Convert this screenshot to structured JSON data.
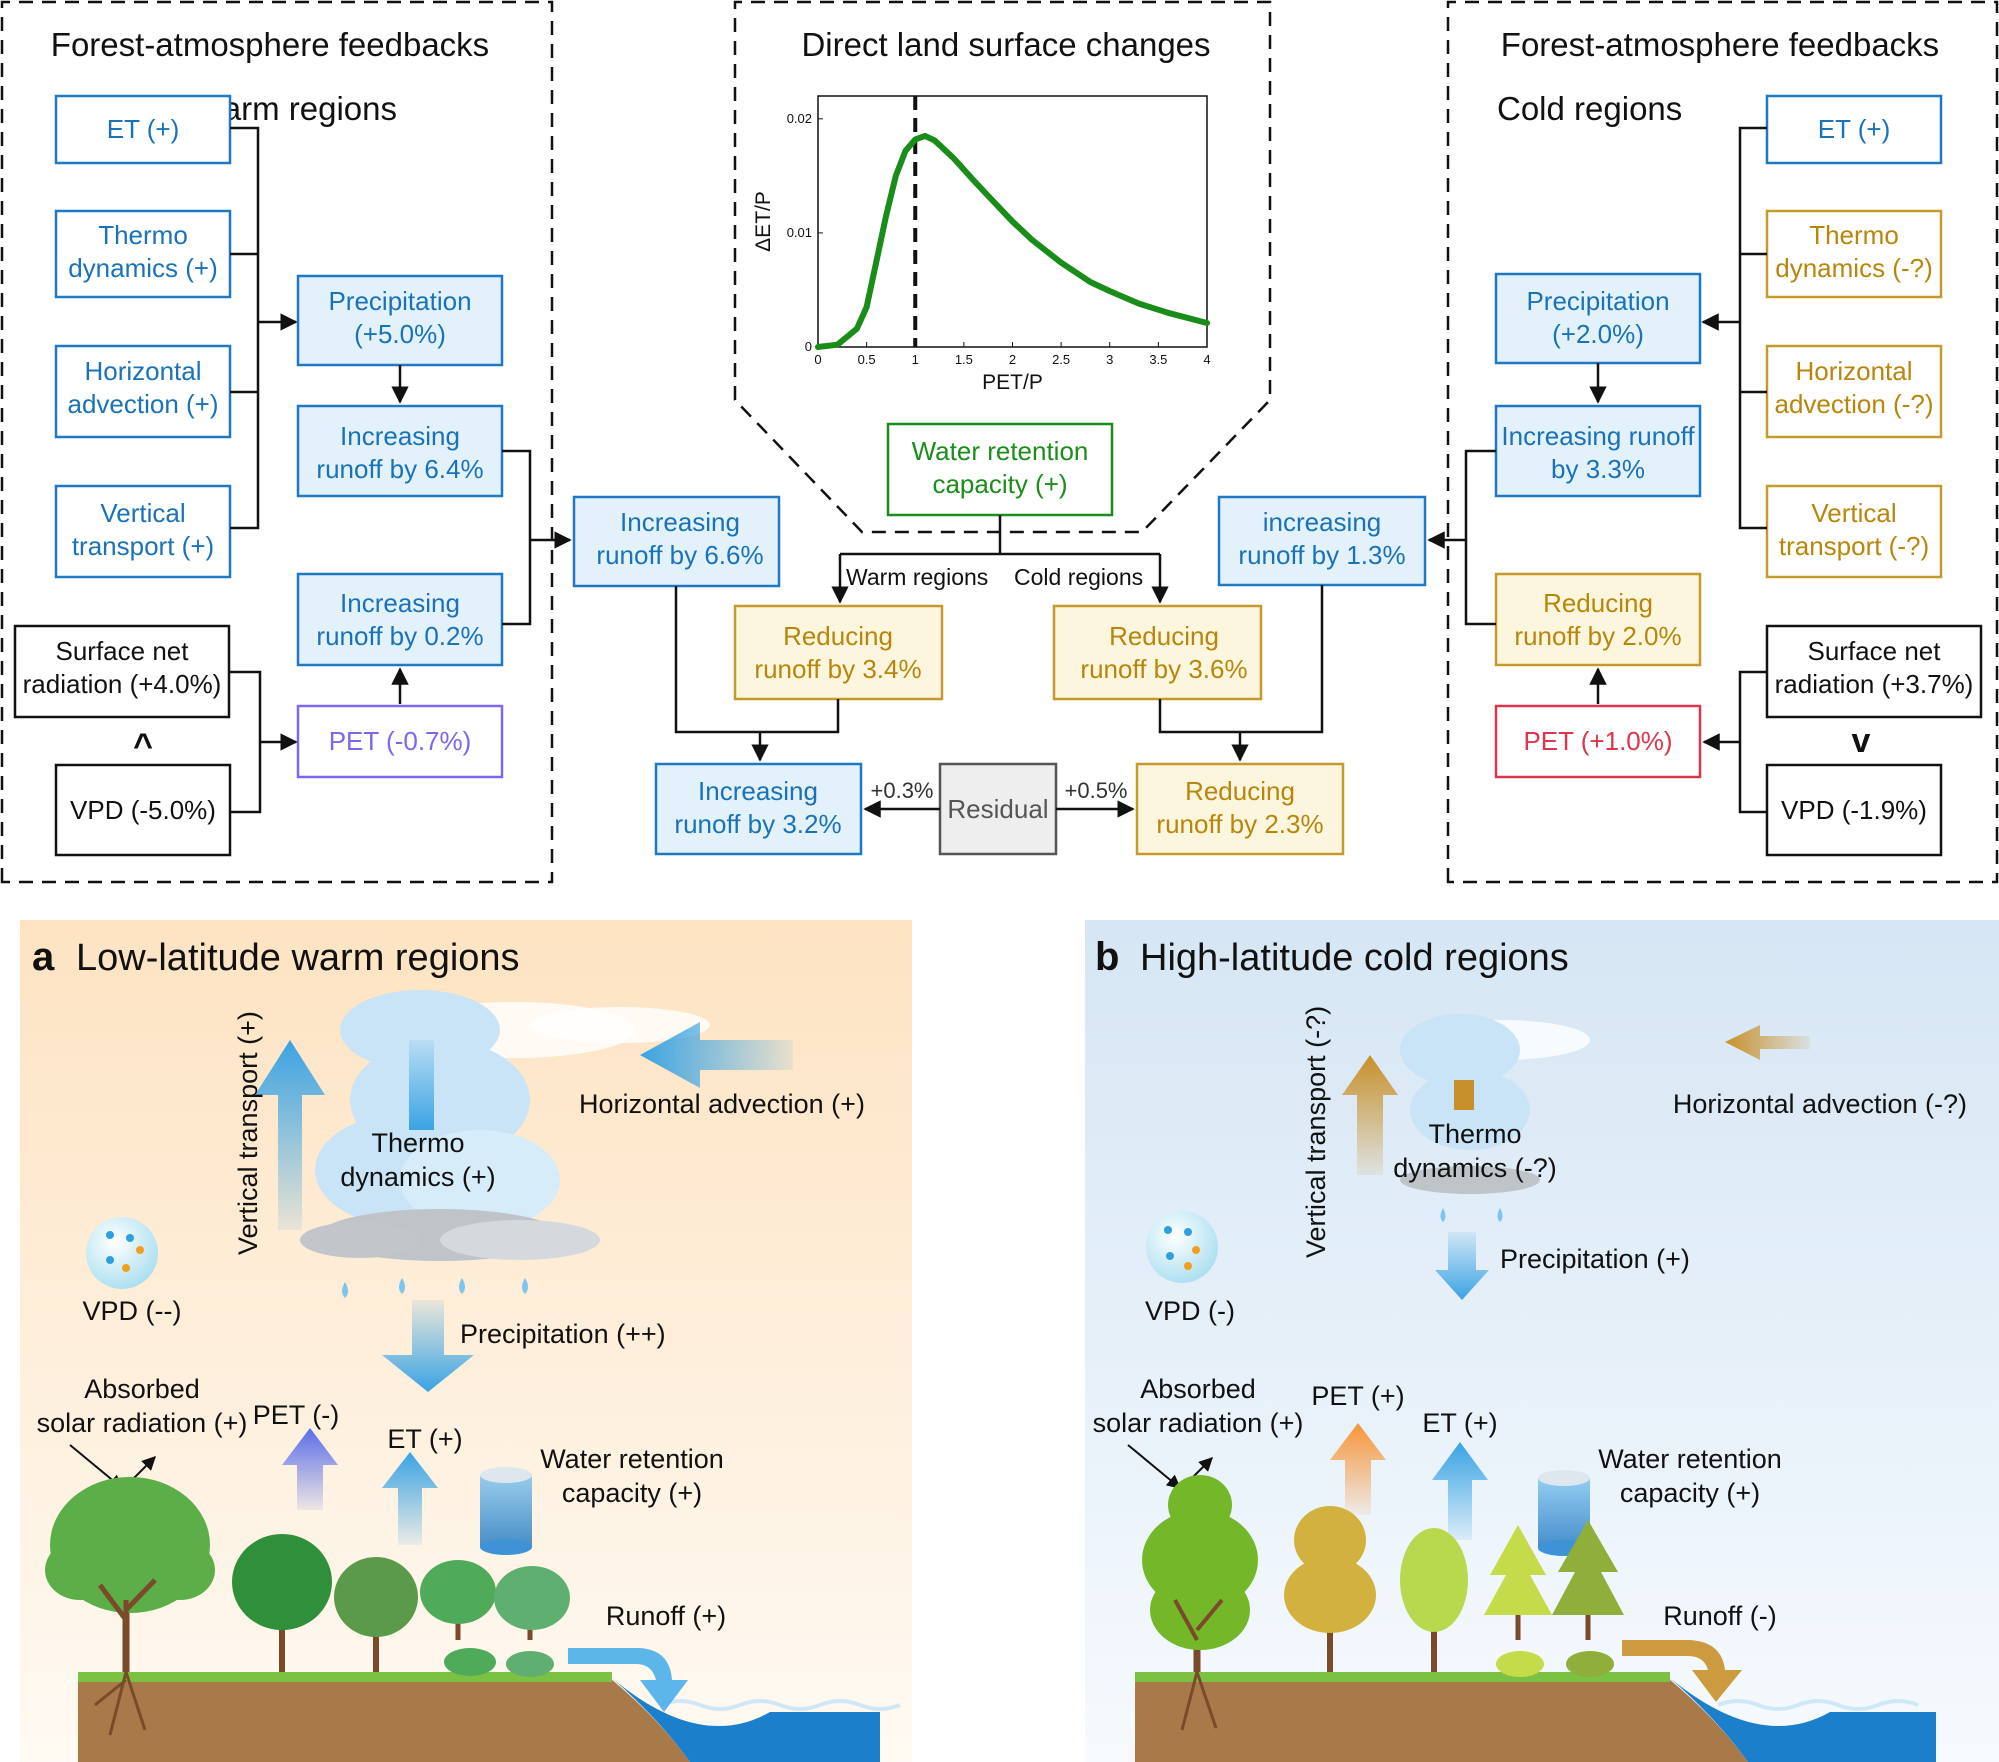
{
  "colors": {
    "blue_text": "#1a73b8",
    "blue_fill": "#e3f1fb",
    "blue_stroke": "#1f78c4",
    "gold_text": "#b8860b",
    "gold_fill": "#fdf6df",
    "gold_stroke": "#c49a2c",
    "green": "#1c8c1c",
    "purple": "#7b68ee",
    "red": "#e0344a",
    "grey_fill": "#eeeeee",
    "warm_bg": "#fde7cc",
    "cold_bg": "#dbe9f5",
    "sky_blue": "#3aa3e3",
    "soil": "#a87a4a",
    "grass": "#7cc242",
    "water": "#1b7fcc"
  },
  "top": {
    "left_panel": {
      "title": "Forest-atmosphere feedbacks",
      "subtitle": "Warm regions",
      "et": "ET (+)",
      "thermo_1": "Thermo",
      "thermo_2": "dynamics (+)",
      "horiz_1": "Horizontal",
      "horiz_2": "advection (+)",
      "vert_1": "Vertical",
      "vert_2": "transport (+)",
      "precip_1": "Precipitation",
      "precip_2": "(+5.0%)",
      "inc_runoff_1": "Increasing",
      "inc_runoff_2": "runoff by 6.4%",
      "inc_runoff_b_1": "Increasing",
      "inc_runoff_b_2": "runoff by 0.2%",
      "snr_1": "Surface net",
      "snr_2": "radiation (+4.0%)",
      "gt_symbol": "^",
      "vpd": "VPD (-5.0%)",
      "pet": "PET (-0.7%)"
    },
    "center_panel": {
      "title": "Direct land surface changes",
      "wrc_1": "Water retention",
      "wrc_2": "capacity (+)",
      "warm_label": "Warm regions",
      "cold_label": "Cold regions",
      "red_warm_1": "Reducing",
      "red_warm_2": "runoff by 3.4%",
      "red_cold_1": "Reducing",
      "red_cold_2": "runoff by 3.6%",
      "inc_left_1": "Increasing",
      "inc_left_2": "runoff by 6.6%",
      "inc_right_1": "increasing",
      "inc_right_2": "runoff by 1.3%",
      "final_inc_1": "Increasing",
      "final_inc_2": "runoff by 3.2%",
      "final_red_1": "Reducing",
      "final_red_2": "runoff by 2.3%",
      "residual": "Residual",
      "res_left": "+0.3%",
      "res_right": "+0.5%"
    },
    "right_panel": {
      "title": "Forest-atmosphere feedbacks",
      "subtitle": "Cold regions",
      "et": "ET (+)",
      "thermo_1": "Thermo",
      "thermo_2": "dynamics (-?)",
      "horiz_1": "Horizontal",
      "horiz_2": "advection (-?)",
      "vert_1": "Vertical",
      "vert_2": "transport (-?)",
      "precip_1": "Precipitation",
      "precip_2": "(+2.0%)",
      "inc_runoff_1": "Increasing runoff",
      "inc_runoff_2": "by 3.3%",
      "red_runoff_1": "Reducing",
      "red_runoff_2": "runoff by 2.0%",
      "snr_1": "Surface net",
      "snr_2": "radiation (+3.7%)",
      "lt_symbol": "v",
      "vpd": "VPD (-1.9%)",
      "pet": "PET (+1.0%)"
    }
  },
  "chart_data": {
    "type": "line",
    "xlabel": "PET/P",
    "ylabel": "ΔET/P",
    "xlim": [
      0,
      4
    ],
    "ylim": [
      0,
      0.022
    ],
    "xticks": [
      "0",
      "0.5",
      "1",
      "1.5",
      "2",
      "2.5",
      "3",
      "3.5",
      "4"
    ],
    "yticks": [
      "0",
      "0.01",
      "0.02"
    ],
    "vline_x": 1,
    "series": [
      {
        "x": [
          0,
          0.2,
          0.4,
          0.5,
          0.6,
          0.7,
          0.8,
          0.9,
          1.0,
          1.1,
          1.2,
          1.4,
          1.6,
          1.8,
          2.0,
          2.2,
          2.5,
          2.8,
          3.0,
          3.3,
          3.6,
          4.0
        ],
        "values": [
          0,
          0.0002,
          0.0016,
          0.0035,
          0.0075,
          0.0115,
          0.015,
          0.0172,
          0.0182,
          0.0185,
          0.0181,
          0.0165,
          0.0146,
          0.0128,
          0.011,
          0.0094,
          0.0074,
          0.0057,
          0.0049,
          0.0038,
          0.003,
          0.0021
        ]
      }
    ]
  },
  "bottom": {
    "a": {
      "letter": "a",
      "title": "Low-latitude warm regions",
      "vertical": "Vertical transport (+)",
      "thermo_1": "Thermo",
      "thermo_2": "dynamics (+)",
      "horizontal": "Horizontal advection (+)",
      "vpd": "VPD (--)",
      "precip": "Precipitation (++)",
      "absorbed_1": "Absorbed",
      "absorbed_2": "solar radiation (+)",
      "pet": "PET (-)",
      "et": "ET (+)",
      "wrc_1": "Water retention",
      "wrc_2": "capacity (+)",
      "runoff": "Runoff (+)"
    },
    "b": {
      "letter": "b",
      "title": "High-latitude cold regions",
      "vertical": "Vertical transport (-?)",
      "thermo_1": "Thermo",
      "thermo_2": "dynamics (-?)",
      "horizontal": "Horizontal advection (-?)",
      "vpd": "VPD (-)",
      "precip": "Precipitation (+)",
      "absorbed_1": "Absorbed",
      "absorbed_2": "solar radiation (+)",
      "pet": "PET (+)",
      "et": "ET (+)",
      "wrc_1": "Water retention",
      "wrc_2": "capacity (+)",
      "runoff": "Runoff (-)"
    }
  }
}
